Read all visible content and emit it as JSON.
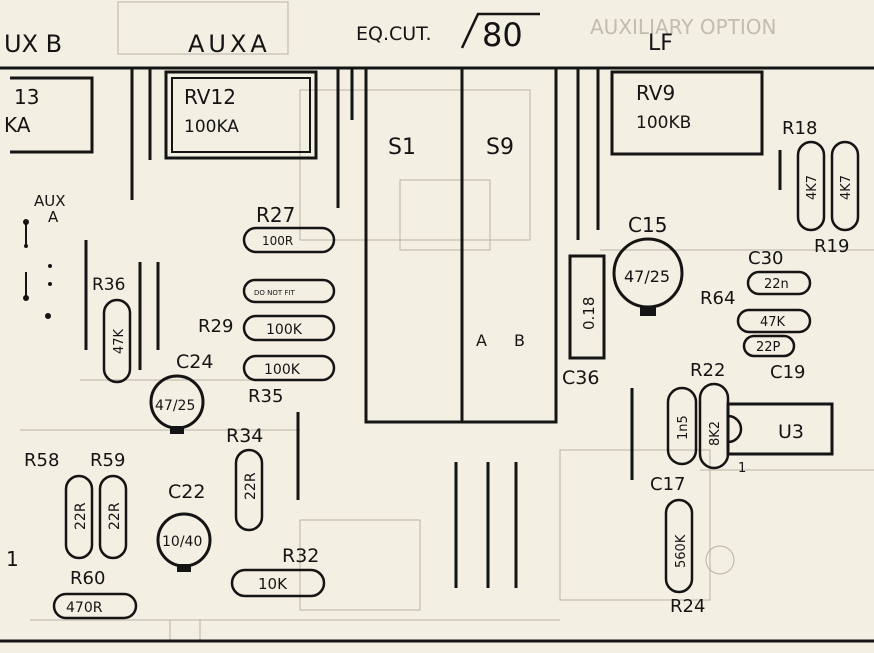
{
  "header": {
    "aux_b": "UX B",
    "aux_a": "AUXA",
    "eq_cut": "EQ.CUT.",
    "eq_value": "80",
    "lf": "LF",
    "faint_title": "AUXILIARY OPTION"
  },
  "pots": {
    "left_top": "13",
    "left_bottom": "KA",
    "rv12_name": "RV12",
    "rv12_value": "100KA",
    "rv9_name": "RV9",
    "rv9_value": "100KB"
  },
  "switches": {
    "s1": "S1",
    "s9": "S9",
    "a": "A",
    "b": "B"
  },
  "aux_switch": {
    "line1": "AUX",
    "line2": "A"
  },
  "resistors": {
    "r27": {
      "name": "R27",
      "value": "100R"
    },
    "r_unlabeled": {
      "value": "DO NOT FIT"
    },
    "r29": {
      "name": "R29",
      "value": "100K"
    },
    "r35": {
      "name": "R35",
      "value": "100K"
    },
    "r36": {
      "name": "R36",
      "value": "47K"
    },
    "r34": {
      "name": "R34",
      "value": "22R"
    },
    "r58": {
      "name": "R58",
      "value": "22R"
    },
    "r59": {
      "name": "R59",
      "value": "22R"
    },
    "r60": {
      "name": "R60",
      "value": "470R"
    },
    "r32": {
      "name": "R32",
      "value": "10K"
    },
    "r18": {
      "name": "R18",
      "value": "4K7"
    },
    "r19": {
      "name": "R19",
      "value": "4K7"
    },
    "r64": {
      "name": "R64",
      "value": "47K"
    },
    "r22": {
      "name": "R22",
      "value": "8K2"
    },
    "r24": {
      "name": "R24",
      "value": "560K"
    }
  },
  "capacitors": {
    "c24": {
      "name": "C24",
      "value": "47/25"
    },
    "c22": {
      "name": "C22",
      "value": "10/40"
    },
    "c15": {
      "name": "C15",
      "value": "47/25"
    },
    "c36": {
      "name": "C36",
      "value": "0.18"
    },
    "c30": {
      "name": "C30",
      "value": "22n"
    },
    "c19": {
      "name": "C19",
      "value": "22P"
    },
    "c17": {
      "name": "C17",
      "value": "1n5"
    }
  },
  "ic": {
    "u3": "U3",
    "pin1": "1"
  },
  "misc": {
    "left_edge": "1"
  },
  "colors": {
    "paper": "#f4efe3",
    "ink": "#141414",
    "faint": "#b9b3a6"
  }
}
